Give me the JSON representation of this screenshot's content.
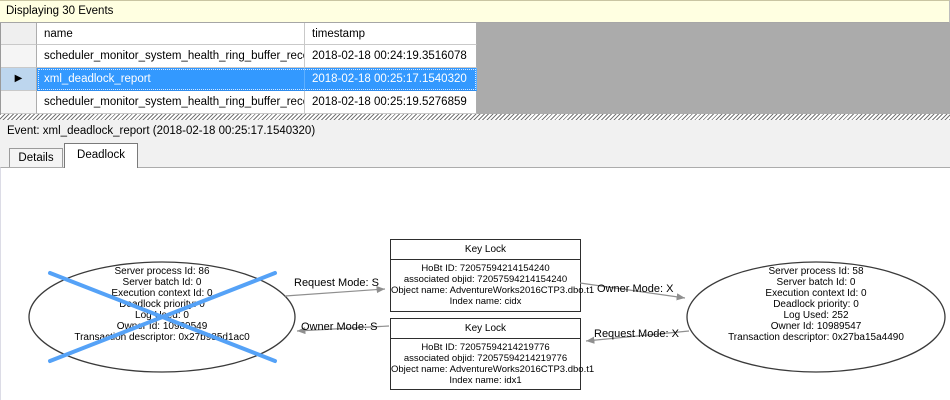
{
  "topbar": {
    "title": "Displaying 30 Events"
  },
  "grid": {
    "columns": {
      "name": "name",
      "timestamp": "timestamp"
    },
    "rows": [
      {
        "name": "scheduler_monitor_system_health_ring_buffer_recorded",
        "timestamp": "2018-02-18 00:24:19.3516078"
      },
      {
        "name": "xml_deadlock_report",
        "timestamp": "2018-02-18 00:25:17.1540320"
      },
      {
        "name": "scheduler_monitor_system_health_ring_buffer_recorded",
        "timestamp": "2018-02-18 00:25:19.5276859"
      }
    ],
    "selected_row_index": 1
  },
  "icons": {
    "current_row_arrow": "▶"
  },
  "event_line": {
    "label": "Event: xml_deadlock_report (2018-02-18 00:25:17.1540320)"
  },
  "tabs": {
    "details": "Details",
    "deadlock": "Deadlock",
    "active": "Deadlock"
  },
  "graph": {
    "victim_process": {
      "lines": [
        "Server process Id: 86",
        "Server batch Id: 0",
        "Execution context Id: 0",
        "Deadlock priority: 0",
        "Log Used: 0",
        "Owner Id: 10989549",
        "Transaction descriptor: 0x27b985d1ac0"
      ]
    },
    "other_process": {
      "lines": [
        "Server process Id: 58",
        "Server batch Id: 0",
        "Execution context Id: 0",
        "Deadlock priority: 0",
        "Log Used: 252",
        "Owner Id: 10989547",
        "Transaction descriptor: 0x27ba15a4490"
      ]
    },
    "lock_top": {
      "title": "Key Lock",
      "lines": [
        "HoBt ID: 72057594214154240",
        "associated objid: 72057594214154240",
        "Object name: AdventureWorks2016CTP3.dbo.t1",
        "Index name: cidx"
      ]
    },
    "lock_bottom": {
      "title": "Key Lock",
      "lines": [
        "HoBt ID: 72057594214219776",
        "associated objid: 72057594214219776",
        "Object name: AdventureWorks2016CTP3.dbo.t1",
        "Index name: idx1"
      ]
    },
    "edge_labels": {
      "request_s": "Request Mode: S",
      "owner_s": "Owner Mode: S",
      "owner_x": "Owner Mode: X",
      "request_x": "Request Mode: X"
    }
  },
  "colors": {
    "selection_blue": "#3399FF",
    "victim_cross_blue": "#55A2F7",
    "status_bar_yellow": "#FFFFE1",
    "empty_grid_gray": "#ABABAB"
  }
}
